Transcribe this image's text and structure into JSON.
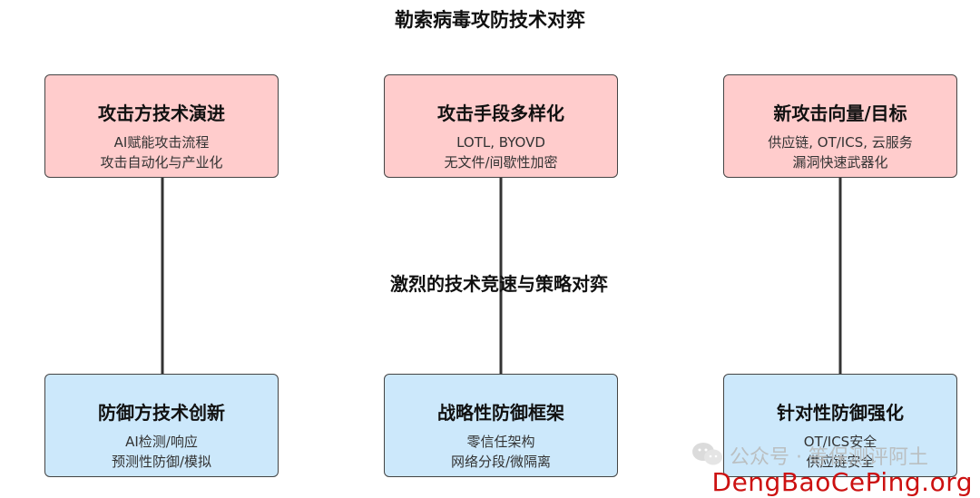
{
  "title": "勒索病毒攻防技术对弈",
  "center_label": "激烈的技术竞速与策略对弈",
  "attack_boxes": [
    {
      "title": "攻击方技术演进",
      "line1": "AI赋能攻击流程",
      "line2": "攻击自动化与产业化"
    },
    {
      "title": "攻击手段多样化",
      "line1": "LOTL, BYOVD",
      "line2": "无文件/间歇性加密"
    },
    {
      "title": "新攻击向量/目标",
      "line1": "供应链, OT/ICS, 云服务",
      "line2": "漏洞快速武器化"
    }
  ],
  "defense_boxes": [
    {
      "title": "防御方技术创新",
      "line1": "AI检测/响应",
      "line2": "预测性防御/模拟"
    },
    {
      "title": "战略性防御框架",
      "line1": "零信任架构",
      "line2": "网络分段/微隔离"
    },
    {
      "title": "针对性防御强化",
      "line1": "OT/ICS安全",
      "line2": "供应链安全"
    }
  ],
  "colors": {
    "attack_fill": "#ffcccc",
    "defense_fill": "#cce8fb",
    "border": "#444444",
    "arrow": "#333333",
    "watermark_site": "#cc1111"
  },
  "watermark": {
    "account": "公众号 · 等保测评阿土",
    "site": "DengBaoCePing.org"
  }
}
